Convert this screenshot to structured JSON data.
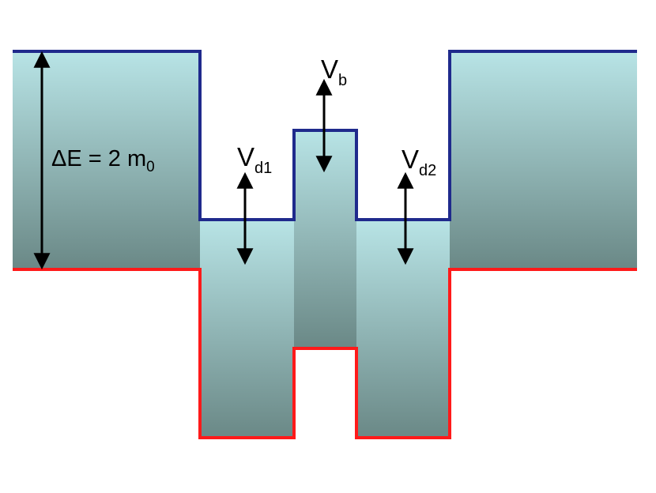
{
  "colors": {
    "conduction_band_edge": "#1f2a8c",
    "valence_band_edge": "#ff1a1a",
    "fill_top": "#b8e4e6",
    "fill_bottom": "#6a8886",
    "arrow": "#000000",
    "background": "#ffffff"
  },
  "labels": {
    "gap": {
      "main": "ΔE = 2 m",
      "sub": "0"
    },
    "dot1": {
      "main": "V",
      "sub": "d1"
    },
    "barrier": {
      "main": "V",
      "sub": "b"
    },
    "dot2": {
      "main": "V",
      "sub": "d2"
    }
  }
}
